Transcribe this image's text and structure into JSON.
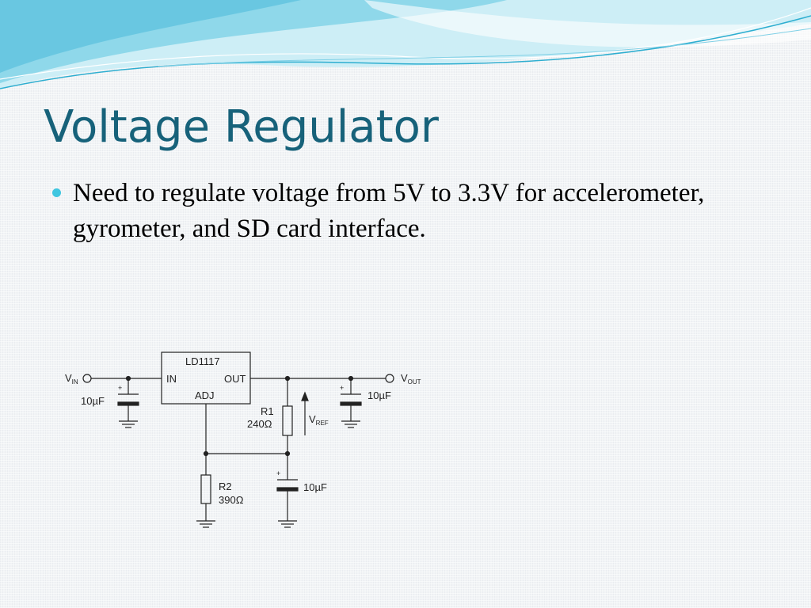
{
  "slide": {
    "title": "Voltage Regulator",
    "bullets": [
      "Need to regulate voltage from 5V to 3.3V for accelerometer, gyrometer, and SD card interface."
    ]
  },
  "colors": {
    "title": "#17627a",
    "bullet": "#3fc6e0",
    "wave_light": "#cdeef6",
    "wave_mid": "#8fd8ea",
    "wave_dark": "#2eaed0"
  },
  "circuit": {
    "ic_name": "LD1117",
    "pin_in": "IN",
    "pin_out": "OUT",
    "pin_adj": "ADJ",
    "vin_main": "V",
    "vin_sub": "IN",
    "vout_main": "V",
    "vout_sub": "OUT",
    "vref_main": "V",
    "vref_sub": "REF",
    "cap_in": "10µF",
    "cap_out": "10µF",
    "cap_adj": "10µF",
    "plus": "+",
    "r1_name": "R1",
    "r1_value": "240Ω",
    "r2_name": "R2",
    "r2_value": "390Ω"
  }
}
